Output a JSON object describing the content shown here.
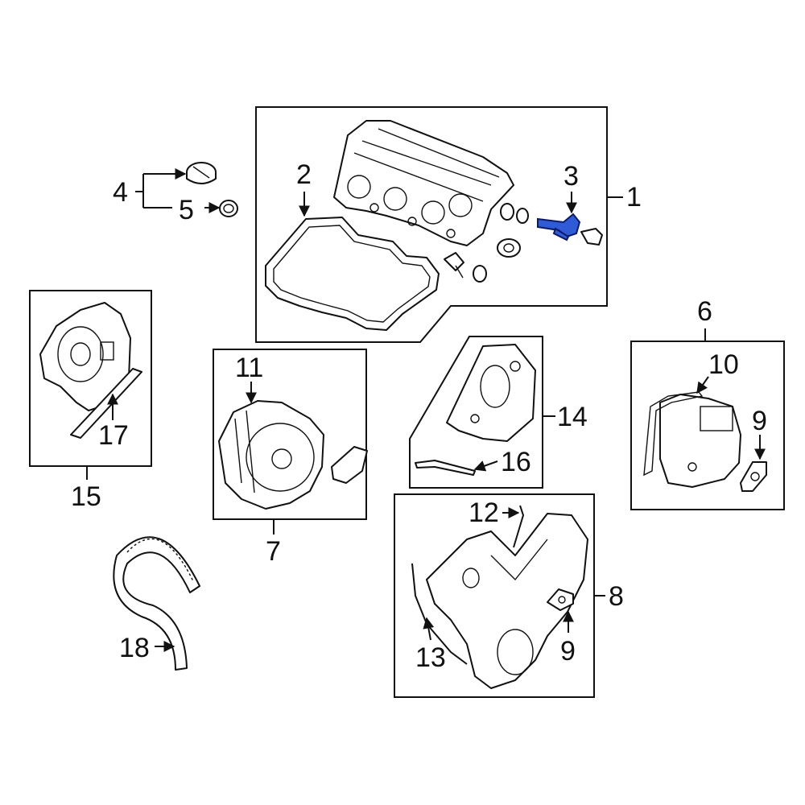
{
  "callouts": [
    {
      "id": "1",
      "text": "1"
    },
    {
      "id": "2",
      "text": "2"
    },
    {
      "id": "3",
      "text": "3"
    },
    {
      "id": "4",
      "text": "4"
    },
    {
      "id": "5",
      "text": "5"
    },
    {
      "id": "6",
      "text": "6"
    },
    {
      "id": "7",
      "text": "7"
    },
    {
      "id": "8",
      "text": "8"
    },
    {
      "id": "9a",
      "text": "9"
    },
    {
      "id": "9b",
      "text": "9"
    },
    {
      "id": "10",
      "text": "10"
    },
    {
      "id": "11",
      "text": "11"
    },
    {
      "id": "12",
      "text": "12"
    },
    {
      "id": "13",
      "text": "13"
    },
    {
      "id": "14",
      "text": "14"
    },
    {
      "id": "15",
      "text": "15"
    },
    {
      "id": "16",
      "text": "16"
    },
    {
      "id": "17",
      "text": "17"
    },
    {
      "id": "18",
      "text": "18"
    }
  ],
  "highlighted_part": "3",
  "colors": {
    "line": "#111111",
    "highlight": "#2f5bd6",
    "background": "#ffffff"
  }
}
